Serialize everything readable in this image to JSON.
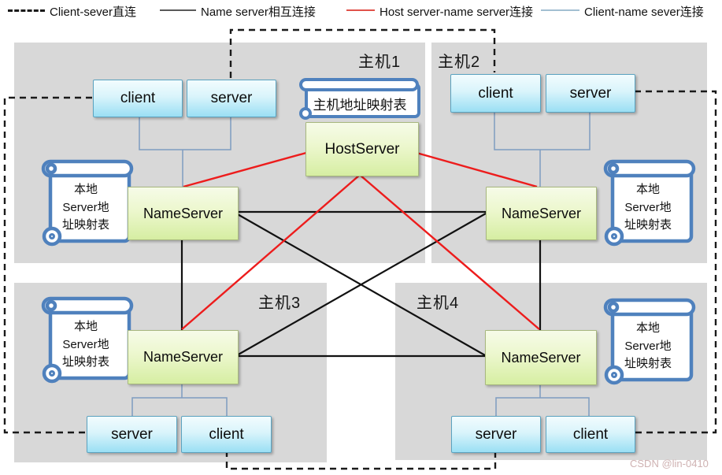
{
  "legend": {
    "items": [
      {
        "label": "Client-sever直连",
        "line_style": "dashed",
        "color": "#1a1a1a"
      },
      {
        "label": "Name server相互连接",
        "line_style": "solid",
        "color": "#595959"
      },
      {
        "label": "Host server-name server连接",
        "line_style": "solid",
        "color": "#e0524a"
      },
      {
        "label": "Client-name sever连接",
        "line_style": "solid",
        "color": "#a3bfd2"
      }
    ]
  },
  "hosts": [
    {
      "label": "主机1"
    },
    {
      "label": "主机2"
    },
    {
      "label": "主机3"
    },
    {
      "label": "主机4"
    }
  ],
  "nodes": {
    "client": "client",
    "server": "server",
    "nameserver": "NameServer",
    "hostserver": "HostServer",
    "host_map_label": "主机地址映射表",
    "local_map_lines": [
      "本地",
      "Server地",
      "址映射表"
    ]
  },
  "colors": {
    "panel_gray": "#d8d8d8",
    "cyan_box_top": "#f2fcfe",
    "cyan_box_bottom": "#9adff4",
    "cyan_box_border": "#5ba3c0",
    "green_box_top": "#f6fbe8",
    "green_box_bottom": "#d6eea2",
    "green_box_border": "#a8b87f",
    "scroll_border_blue": "#4f81bd",
    "line_black": "#111111",
    "line_red": "#ed1c1c",
    "line_client_ns_blue": "#7e9cc0",
    "line_dashed_black": "#1a1a1a"
  },
  "watermark": "CSDN @lin-0410"
}
